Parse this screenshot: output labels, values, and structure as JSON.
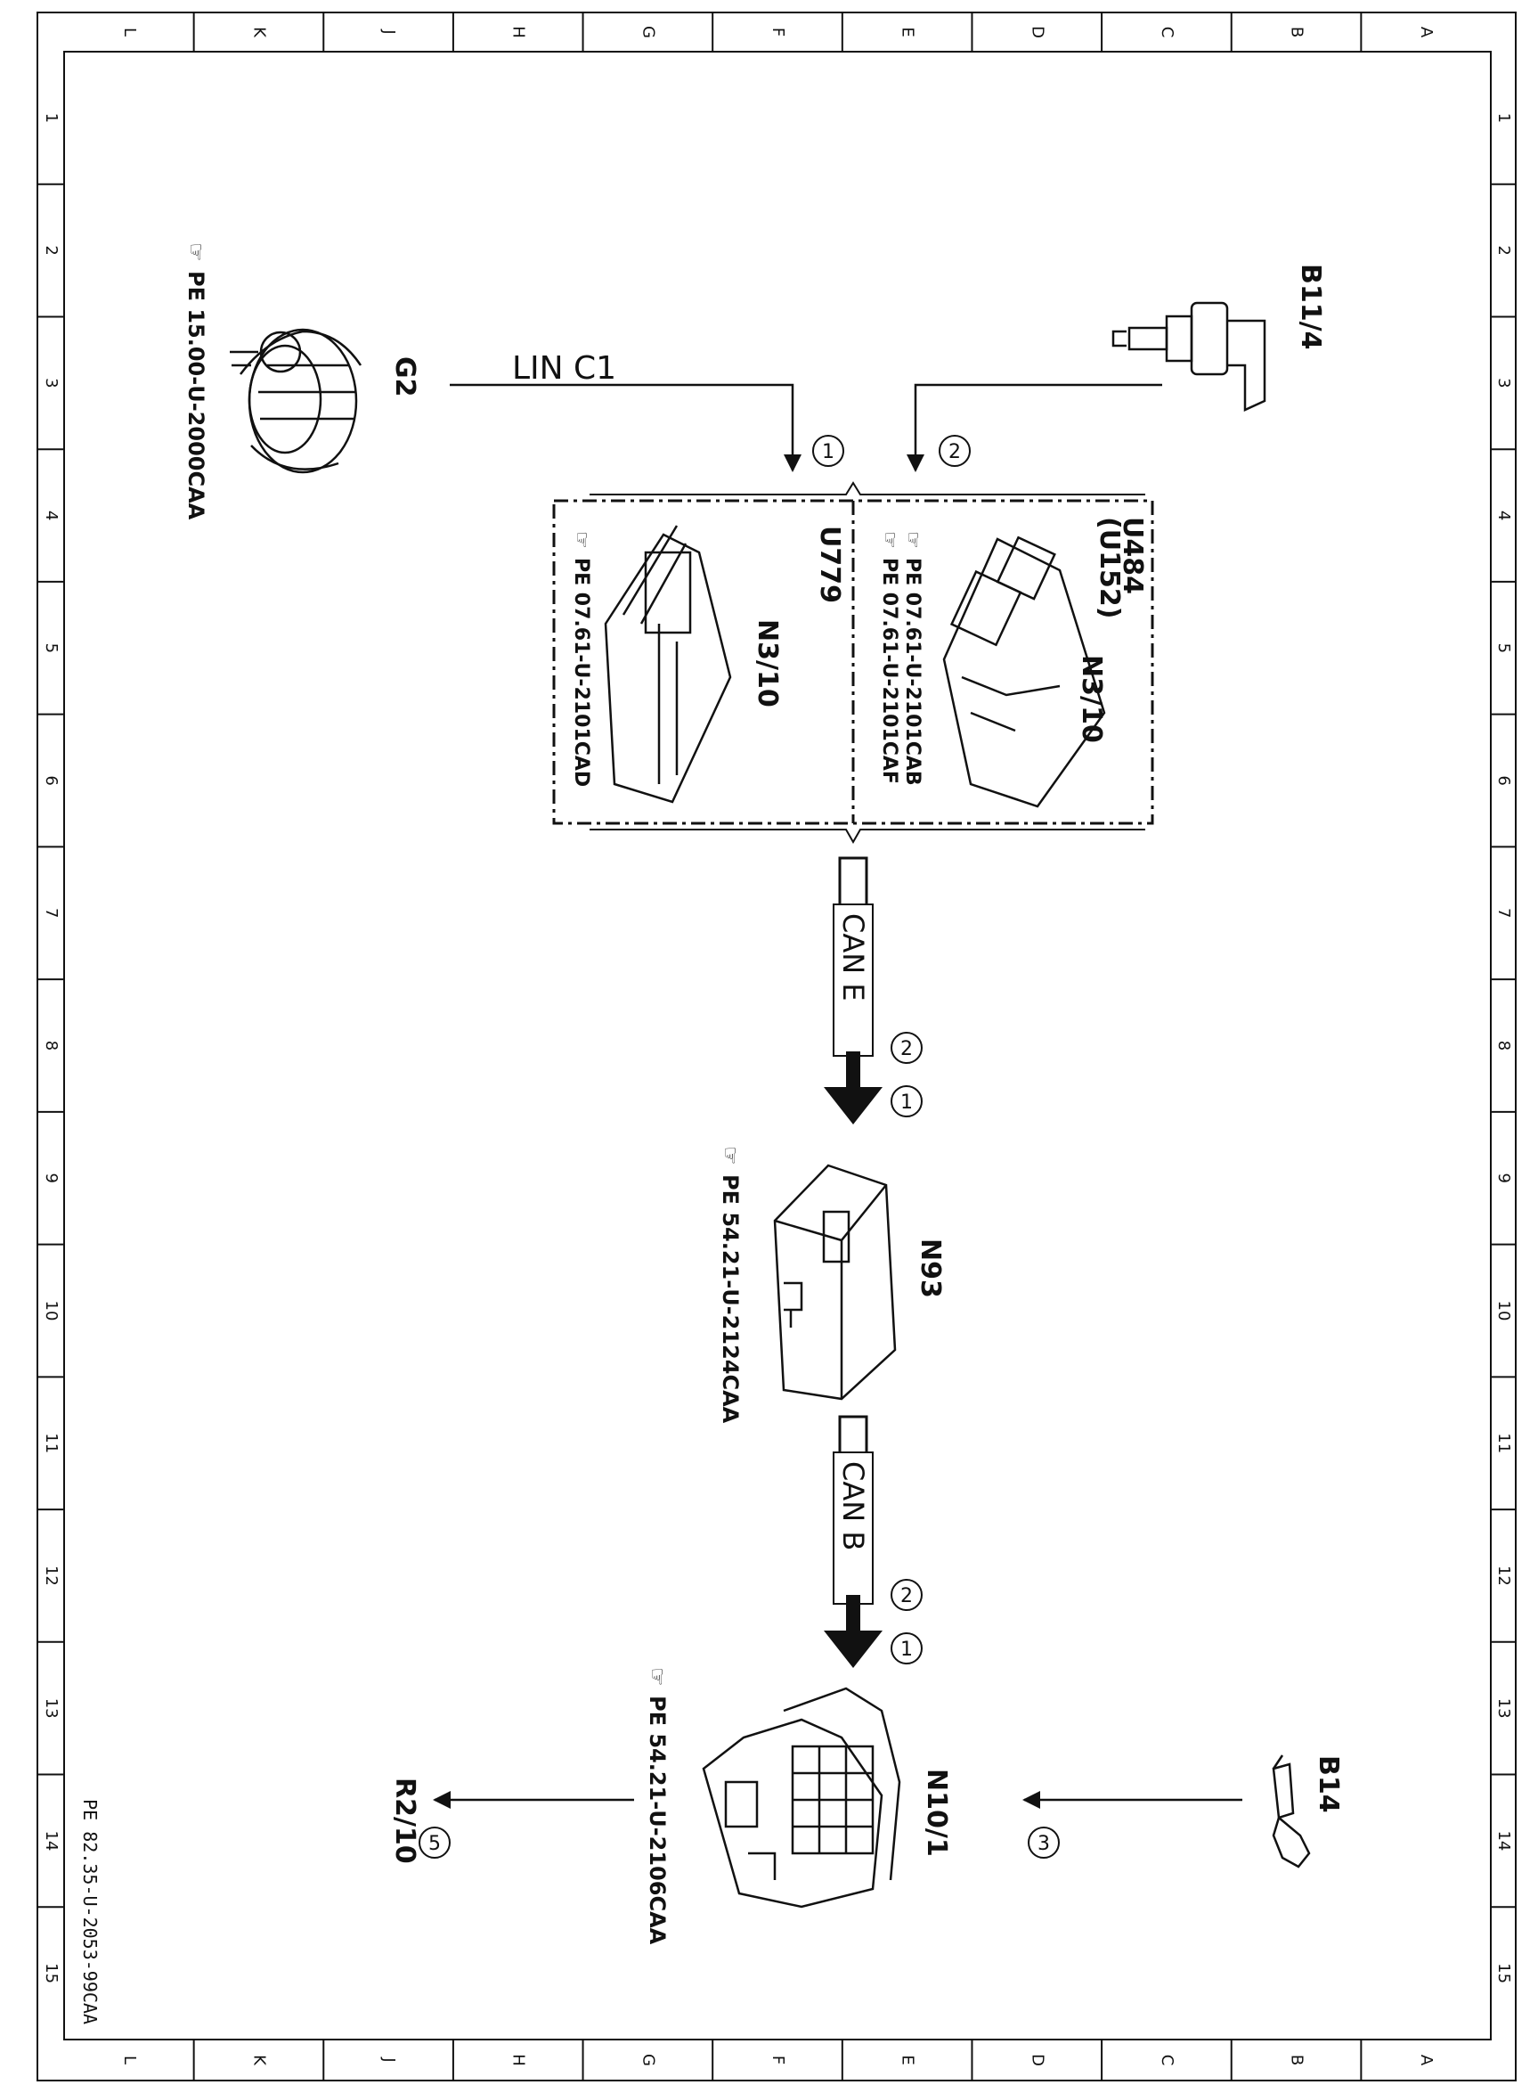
{
  "frame": {
    "columns": [
      "L",
      "K",
      "J",
      "H",
      "G",
      "F",
      "E",
      "D",
      "C",
      "B",
      "A"
    ],
    "rows": [
      "1",
      "2",
      "3",
      "4",
      "5",
      "6",
      "7",
      "8",
      "9",
      "10",
      "11",
      "12",
      "13",
      "14",
      "15"
    ]
  },
  "document_id": "PE 82.35-U-2053-99CAA",
  "components": {
    "g2": {
      "code": "G2",
      "ref": "PE 15.00-U-2000CAA"
    },
    "b11_4": {
      "code": "B11/4"
    },
    "n3_10_u484": {
      "code": "N3/10",
      "variant_a": "U484",
      "variant_b": "(U152)",
      "ref_a": "PE 07.61-U-2101CAB",
      "ref_b": "PE 07.61-U-2101CAF"
    },
    "n3_10_u779": {
      "code": "N3/10",
      "variant": "U779",
      "ref": "PE 07.61-U-2101CAD"
    },
    "n93": {
      "code": "N93",
      "ref": "PE 54.21-U-2124CAA"
    },
    "n10_1": {
      "code": "N10/1",
      "ref": "PE 54.21-U-2106CAA"
    },
    "b14": {
      "code": "B14"
    },
    "r2_10": {
      "code": "R2/10"
    }
  },
  "signals": {
    "lin": "LIN  C1",
    "can_e": "CAN  E",
    "can_b": "CAN  B"
  },
  "badges": {
    "lin_to_n3": "1",
    "b11_to_n3": "2",
    "cane_a": "2",
    "cane_b": "1",
    "canb_a": "2",
    "canb_b": "1",
    "b14_to_n10": "3",
    "n10_to_r2": "5"
  }
}
